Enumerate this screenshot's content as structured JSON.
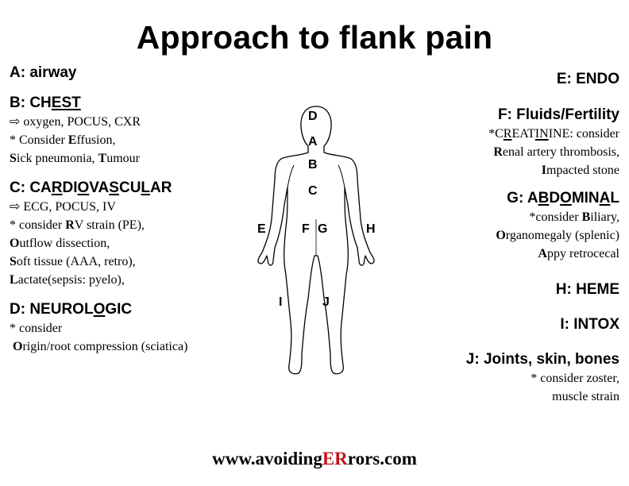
{
  "title": "Approach to flank pain",
  "left": {
    "a": {
      "heading": "A: airway"
    },
    "b": {
      "heading_pre": "B: CH",
      "heading_u": "EST",
      "heading_post": "",
      "line1": "⇨ oxygen, POCUS, CXR",
      "line2_pre": "* Consider ",
      "line2_b": "E",
      "line2_post": "ffusion,",
      "line3_b1": "S",
      "line3_mid": "ick pneumonia, ",
      "line3_b2": "T",
      "line3_post": "umour"
    },
    "c": {
      "h1": "C: CA",
      "h2": "R",
      "h3": "DI",
      "h4": "O",
      "h5": "VA",
      "h6": "S",
      "h7": "CU",
      "h8": "L",
      "h9": "AR",
      "line1": "⇨ ECG, POCUS, IV",
      "line2_pre": "* consider ",
      "line2_b": "R",
      "line2_post": "V strain (PE),",
      "line3_b": "O",
      "line3_post": "utflow dissection,",
      "line4_b": "S",
      "line4_post": "oft tissue (AAA, retro),",
      "line5_b": "L",
      "line5_post": "actate(sepsis: pyelo),"
    },
    "d": {
      "heading_pre": "D: NEUROL",
      "heading_u": "O",
      "heading_post": "GIC",
      "line1": "* consider",
      "line2_b": "O",
      "line2_post": "rigin/root compression (sciatica)"
    }
  },
  "right": {
    "e": {
      "heading": "E: ENDO"
    },
    "f": {
      "heading": "F: Fluids/Fertility",
      "line1_pre": "*C",
      "line1_u1": "R",
      "line1_mid1": "EAT",
      "line1_u2": "IN",
      "line1_mid2": "INE",
      "line1_post": ": consider",
      "line2_b": "R",
      "line2_post": "enal artery thrombosis,",
      "line3_b": "I",
      "line3_post": "mpacted stone"
    },
    "g": {
      "h1": "G: A",
      "h2": "B",
      "h3": "D",
      "h4": "O",
      "h5": "MIN",
      "h6": "A",
      "h7": "L",
      "line1_pre": "*consider ",
      "line1_b": "B",
      "line1_post": "iliary,",
      "line2_b": "O",
      "line2_post": "rganomegaly (splenic)",
      "line3_b": "A",
      "line3_post": "ppy retrocecal"
    },
    "h": {
      "heading": "H: HEME"
    },
    "i": {
      "heading": "I: INTOX"
    },
    "j": {
      "heading": "J: Joints, skin, bones",
      "line1": "* consider zoster,",
      "line2": "muscle strain"
    }
  },
  "figure": {
    "labels": {
      "D": "D",
      "A": "A",
      "B": "B",
      "C": "C",
      "E": "E",
      "F": "F",
      "G": "G",
      "H": "H",
      "I": "I",
      "J": "J"
    }
  },
  "footer": {
    "pre": "www.avoiding",
    "er": "ER",
    "post": "rors.com",
    "er_color": "#c0141b"
  }
}
